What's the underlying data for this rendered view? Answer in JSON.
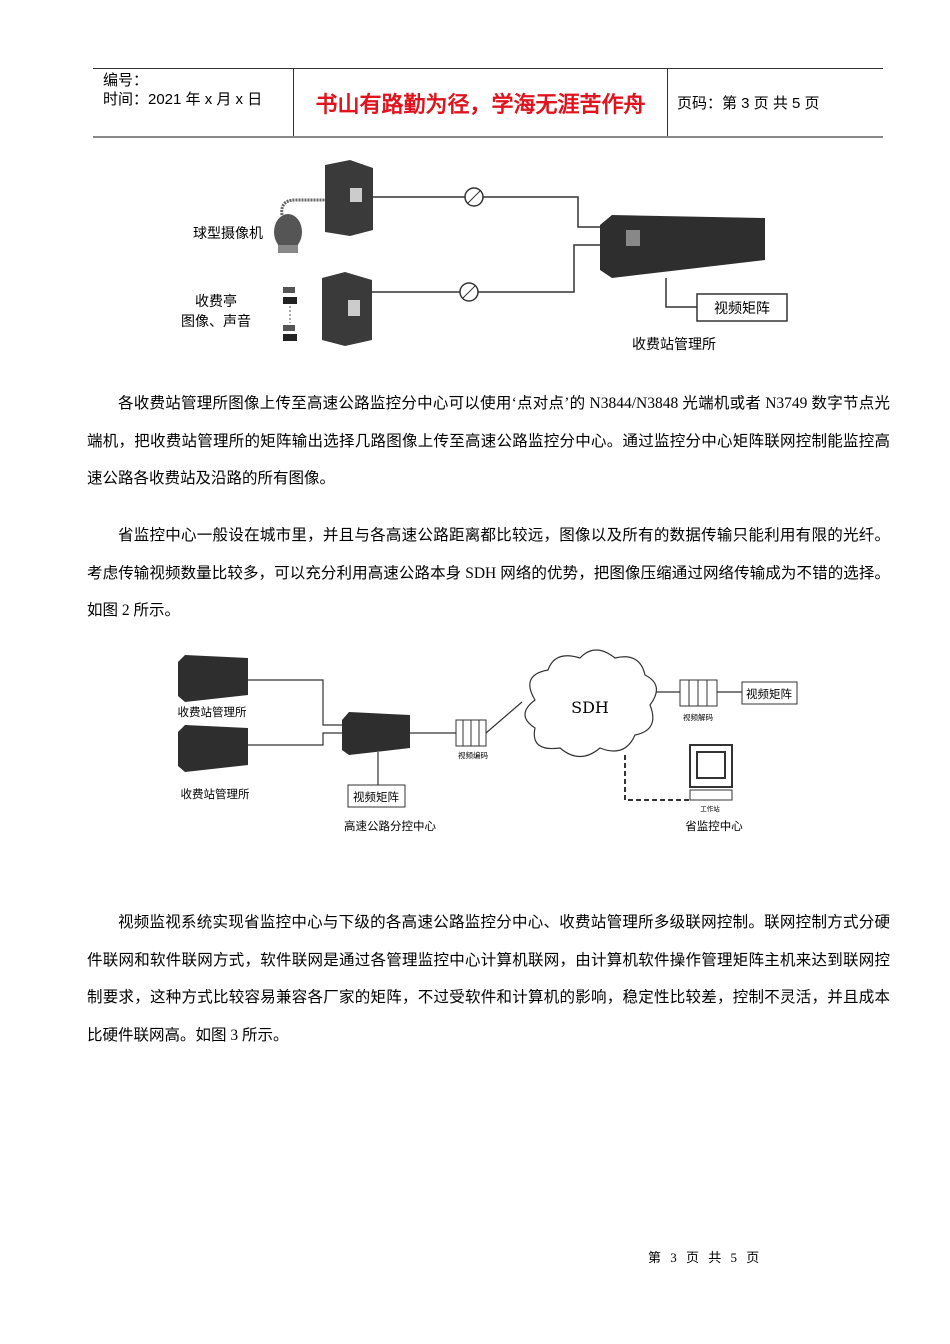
{
  "header": {
    "number_label": "编号：",
    "time_label": "时间：2021 年 x 月 x 日",
    "motto": "书山有路勤为径，学海无涯苦作舟",
    "page_label": "页码：第 3 页 共 5 页"
  },
  "figure1": {
    "camera_label": "球型摄像机",
    "booth_label_1": "收费亭",
    "booth_label_2": "图像、声音",
    "matrix_label": "视频矩阵",
    "station_label": "收费站管理所"
  },
  "paragraphs": [
    "各收费站管理所图像上传至高速公路监控分中心可以使用‘点对点’的 N3844/N3848 光端机或者 N3749 数字节点光端机，把收费站管理所的矩阵输出选择几路图像上传至高速公路监控分中心。通过监控分中心矩阵联网控制能监控高速公路各收费站及沿路的所有图像。",
    "省监控中心一般设在城市里，并且与各高速公路距离都比较远，图像以及所有的数据传输只能利用有限的光纤。考虑传输视频数量比较多，可以充分利用高速公路本身 SDH 网络的优势，把图像压缩通过网络传输成为不错的选择。如图 2 所示。",
    "视频监视系统实现省监控中心与下级的各高速公路监控分中心、收费站管理所多级联网控制。联网控制方式分硬件联网和软件联网方式，软件联网是通过各管理监控中心计算机联网，由计算机软件操作管理矩阵主机来达到联网控制要求，这种方式比较容易兼容各厂家的矩阵，不过受软件和计算机的影响，稳定性比较差，控制不灵活，并且成本比硬件联网高。如图 3 所示。"
  ],
  "figure2": {
    "station_1": "收费站管理所",
    "station_2": "收费站管理所",
    "matrix_left": "视频矩阵",
    "center_left": "高速公路分控中心",
    "encoder": "视频编码",
    "network": "SDH",
    "decoder": "视频解码",
    "matrix_right": "视频矩阵",
    "workstation": "工作站",
    "center_right": "省监控中心"
  },
  "footer": {
    "page": "第 3 页 共 5 页"
  }
}
